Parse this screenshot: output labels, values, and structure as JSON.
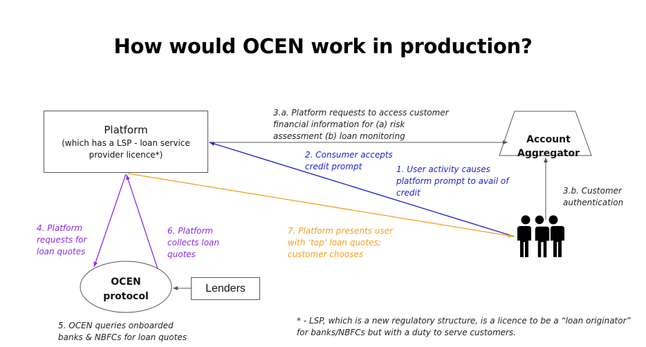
{
  "title": "How would OCEN work in production?",
  "nodes": {
    "platform": {
      "title": "Platform",
      "subtitle_line1": "(which has a LSP - loan service",
      "subtitle_line2": "provider licence*)"
    },
    "account_aggregator": {
      "line1": "Account",
      "line2": "Aggregator"
    },
    "ocen_protocol": {
      "line1": "OCEN",
      "line2": "protocol"
    },
    "lenders": {
      "label": "Lenders"
    },
    "customers": {
      "icon": "people-group-icon"
    }
  },
  "steps": {
    "step1": {
      "lines": [
        "1. User activity causes",
        "platform prompt to avail of",
        "credit"
      ]
    },
    "step2": {
      "lines": [
        "2. Consumer accepts",
        "credit prompt"
      ]
    },
    "step3a": {
      "lines": [
        "3.a. Platform requests to access customer",
        "financial information for (a) risk",
        "assessment (b) loan monitoring"
      ]
    },
    "step3b": {
      "lines": [
        "3.b. Customer",
        "authentication"
      ]
    },
    "step4": {
      "lines": [
        "4. Platform",
        "requests for",
        "loan  quotes"
      ]
    },
    "step5": {
      "lines": [
        "5. OCEN queries onboarded",
        "banks & NBFCs for loan quotes"
      ]
    },
    "step6": {
      "lines": [
        "6. Platform",
        "collects loan",
        "quotes"
      ]
    },
    "step7": {
      "lines": [
        "7. Platform presents user",
        "with ‘top’ loan quotes;",
        "customer chooses"
      ]
    }
  },
  "footnote": {
    "line1": "* - LSP, which is a new regulatory structure, is a licence to be a “loan originator”",
    "line2": "for banks/NBFCs but with a duty to serve customers."
  },
  "colors": {
    "blue_flow": "#1f24c8",
    "purple_flow": "#8a2be2",
    "orange_flow": "#f0a020",
    "gray_flow": "#555555"
  }
}
